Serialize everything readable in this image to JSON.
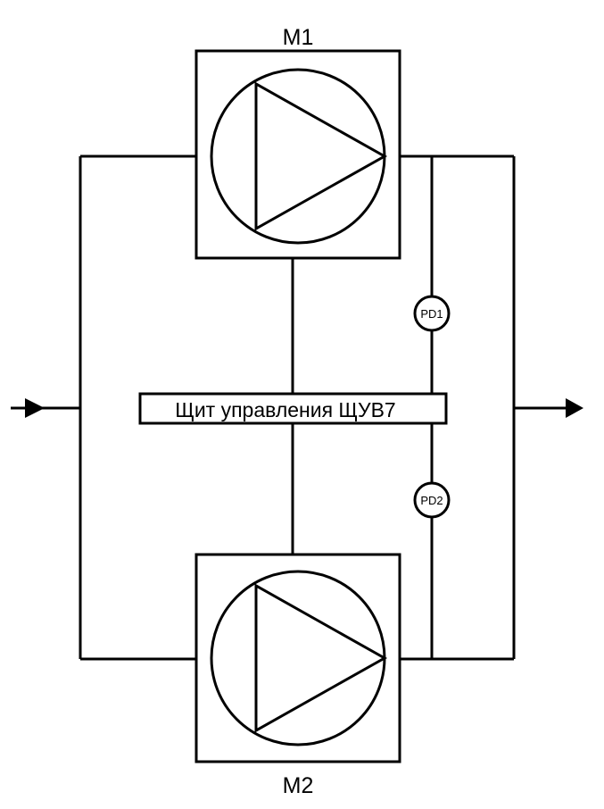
{
  "pumps": {
    "top": {
      "label": "M1"
    },
    "bottom": {
      "label": "M2"
    }
  },
  "sensors": {
    "pd1": "PD1",
    "pd2": "PD2"
  },
  "control_panel": {
    "label": "Щит управления ЩУВ7"
  },
  "colors": {
    "stroke": "#000000",
    "background": "#ffffff"
  }
}
